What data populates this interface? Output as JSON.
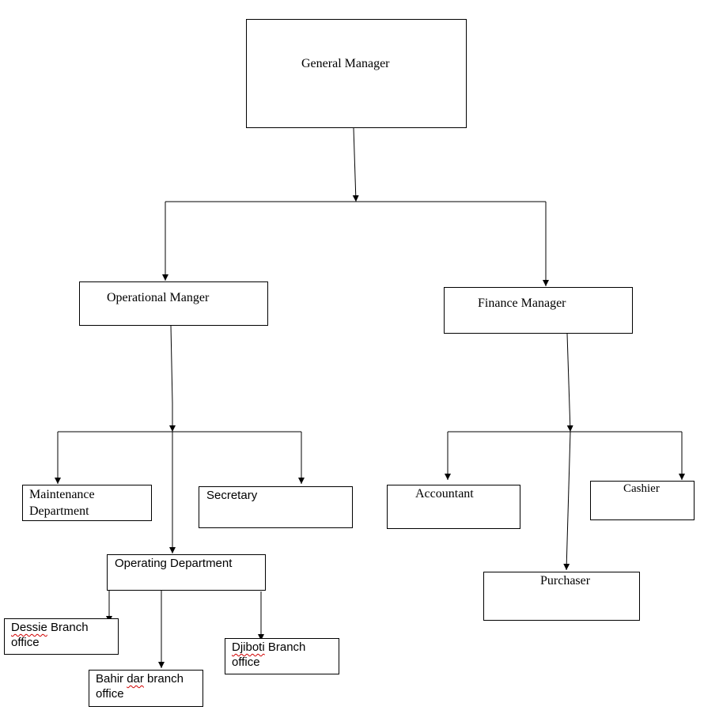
{
  "general_manager": {
    "label": "General Manager"
  },
  "operational_manager": {
    "label": "Operational Manger"
  },
  "finance_manager": {
    "label": "Finance Manager"
  },
  "maintenance_department": {
    "label": "Maintenance\nDepartment"
  },
  "secretary": {
    "label": "Secretary"
  },
  "operating_department": {
    "label": "Operating Department"
  },
  "accountant": {
    "label": "Accountant"
  },
  "cashier": {
    "label": "Cashier"
  },
  "purchaser": {
    "label": "Purchaser"
  },
  "dessie_branch": {
    "name": "Dessie",
    "label_rest": " Branch\noffice"
  },
  "bahir_dar_branch": {
    "name_part1": "Bahir",
    "name_part2": "dar",
    "label_rest": " branch\noffice"
  },
  "djiboti_branch": {
    "name": "Djiboti",
    "label_rest": " Branch\noffice"
  },
  "colors": {
    "line": "#000000",
    "spellcheck_underline": "#d00000"
  }
}
